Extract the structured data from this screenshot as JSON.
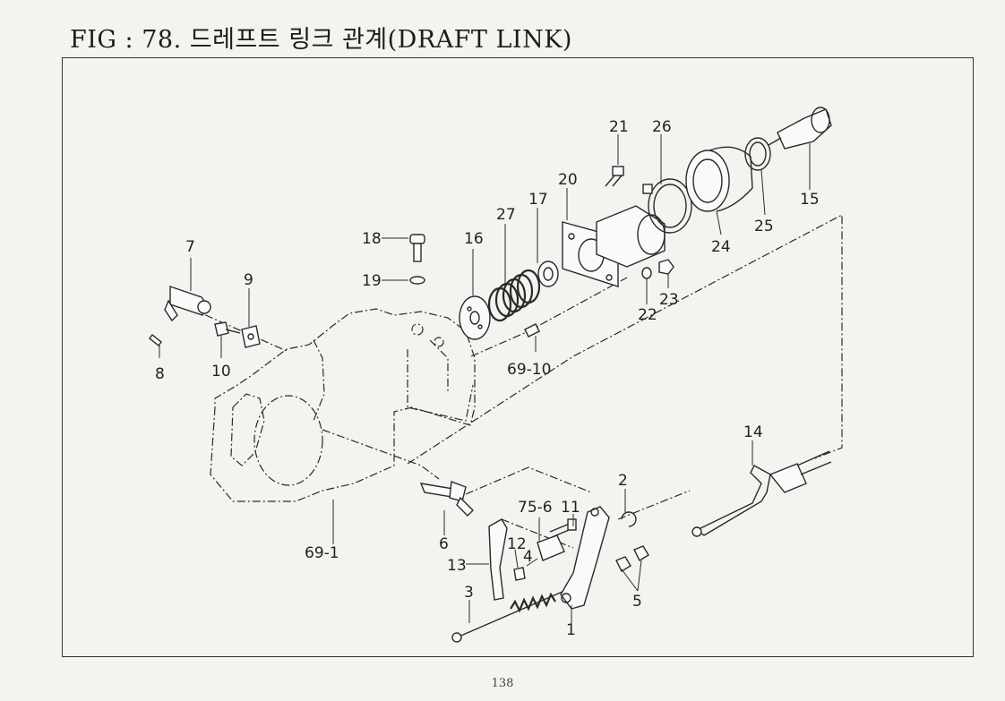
{
  "figure": {
    "title": "FIG : 78. 드레프트 링크 관계(DRAFT LINK)",
    "page_number": "138"
  },
  "callouts": {
    "c1": "1",
    "c2": "2",
    "c3": "3",
    "c4": "4",
    "c5": "5",
    "c6": "6",
    "c7": "7",
    "c8": "8",
    "c9": "9",
    "c10": "10",
    "c11": "11",
    "c12": "12",
    "c13": "13",
    "c14": "14",
    "c15": "15",
    "c16": "16",
    "c17": "17",
    "c18": "18",
    "c19": "19",
    "c20": "20",
    "c21": "21",
    "c22": "22",
    "c23": "23",
    "c24": "24",
    "c25": "25",
    "c26": "26",
    "c27": "27",
    "c69_1": "69-1",
    "c69_10": "69-10",
    "c75_6": "75-6"
  }
}
